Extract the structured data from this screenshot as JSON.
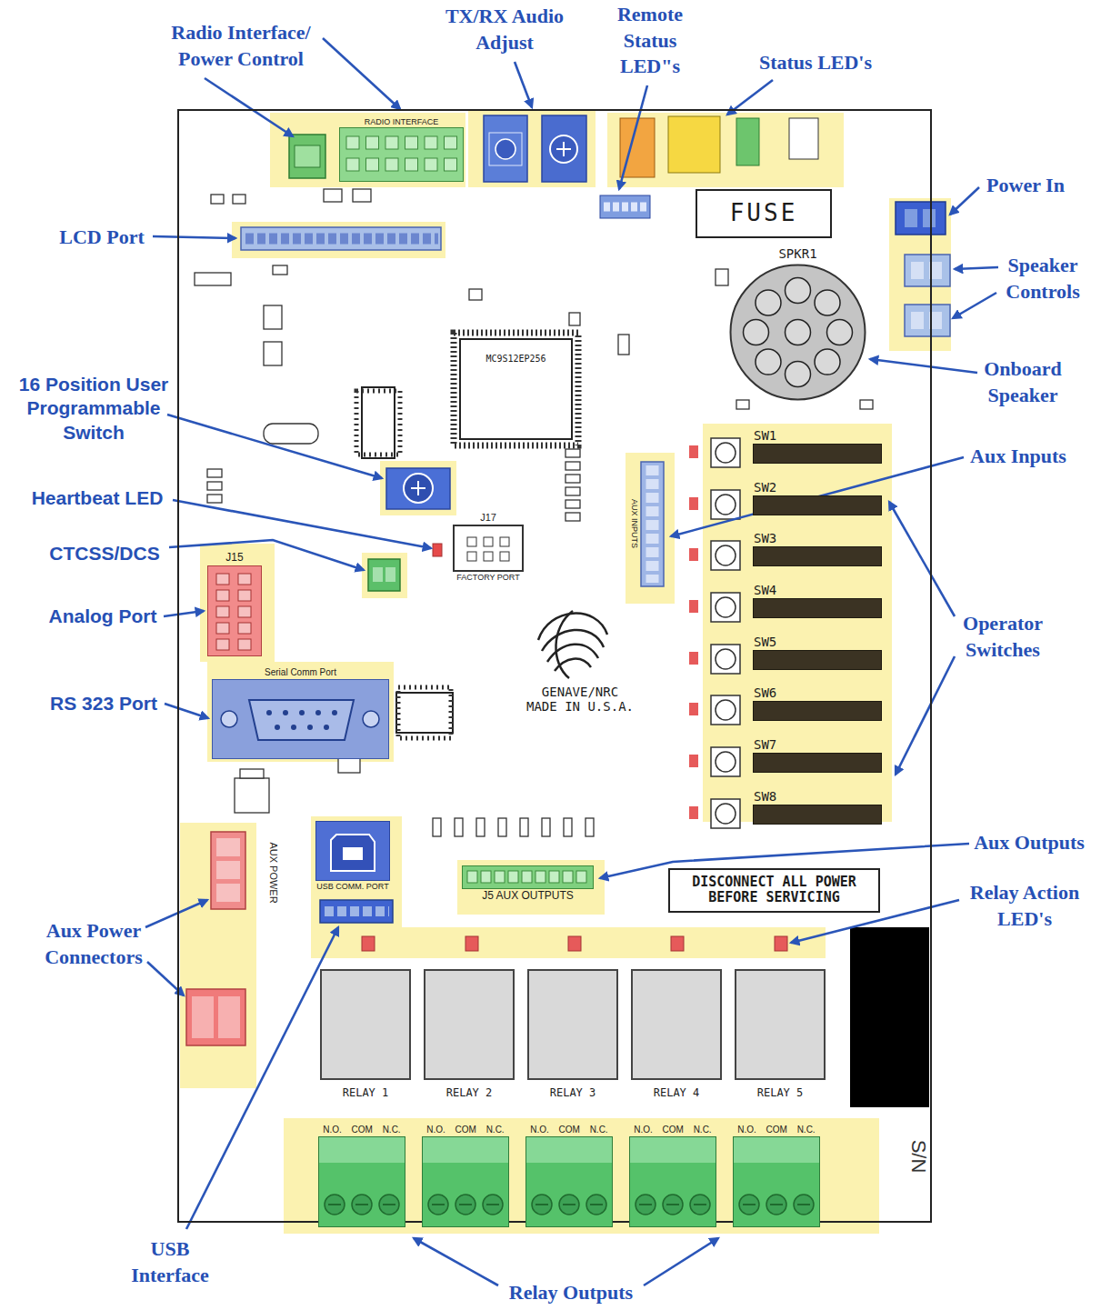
{
  "diagram": {
    "nodes": [
      {
        "text": [
          "GENAVE/NRC MADE IN U.S.A."
        ]
      },
      {
        "text": [
          "RADIO INTERFACE"
        ],
        "in": 0
      },
      {
        "text": [
          "FUSE"
        ],
        "in": 0
      },
      {
        "text": [
          "SPKR1"
        ],
        "in": 0
      },
      {
        "text": [
          "MC9S12EP256"
        ],
        "in": 0
      },
      {
        "text": [
          "J15"
        ],
        "in": 0
      },
      {
        "text": [
          "Serial Comm Port"
        ],
        "in": 0
      },
      {
        "text": [
          "J17",
          "FACTORY PORT"
        ],
        "in": 0
      },
      {
        "text": [
          "SW1"
        ],
        "in": 0
      },
      {
        "text": [
          "SW2"
        ],
        "in": 0
      },
      {
        "text": [
          "SW3"
        ],
        "in": 0
      },
      {
        "text": [
          "SW4"
        ],
        "in": 0
      },
      {
        "text": [
          "SW5"
        ],
        "in": 0
      },
      {
        "text": [
          "SW6"
        ],
        "in": 0
      },
      {
        "text": [
          "SW7"
        ],
        "in": 0
      },
      {
        "text": [
          "SW8"
        ],
        "in": 0
      },
      {
        "text": [
          "J5 AUX OUTPUTS"
        ],
        "in": 0
      },
      {
        "text": [
          "DISCONNECT ALL POWER BEFORE SERVICING"
        ],
        "in": 0
      },
      {
        "text": [
          "USB COMM. PORT"
        ],
        "in": 0
      },
      {
        "text": [
          "RELAY 1"
        ],
        "in": 0
      },
      {
        "text": [
          "RELAY 2"
        ],
        "in": 0
      },
      {
        "text": [
          "RELAY 3"
        ],
        "in": 0
      },
      {
        "text": [
          "RELAY 4"
        ],
        "in": 0
      },
      {
        "text": [
          "RELAY 5"
        ],
        "in": 0
      },
      {
        "text": [
          "N.O.",
          "COM",
          "N.C."
        ],
        "in": 0
      },
      {
        "text": [
          "N.O.",
          "COM",
          "N.C."
        ],
        "in": 0
      },
      {
        "text": [
          "N.O.",
          "COM",
          "N.C."
        ],
        "in": 0
      },
      {
        "text": [
          "N.O.",
          "COM",
          "N.C."
        ],
        "in": 0
      },
      {
        "text": [
          "N.O.",
          "COM",
          "N.C."
        ],
        "in": 0
      }
    ],
    "labels": [
      "Radio Interface/ Power Control",
      "TX/RX Audio Adjust",
      "Remote Status LED\"s",
      "Status LED's",
      "Power In",
      "Speaker Controls",
      "Onboard Speaker",
      "LCD Port",
      "16 Position User Programmable Switch",
      "Heartbeat LED",
      "CTCSS/DCS",
      "Analog Port",
      "RS 323 Port",
      "Aux Inputs",
      "Operator Switches",
      "Aux Outputs",
      "Relay Action LED's",
      "Aux Power Connectors",
      "USB Interface",
      "Relay Outputs",
      "S/N",
      "AUX POWER",
      "AUX INPUTS"
    ]
  }
}
